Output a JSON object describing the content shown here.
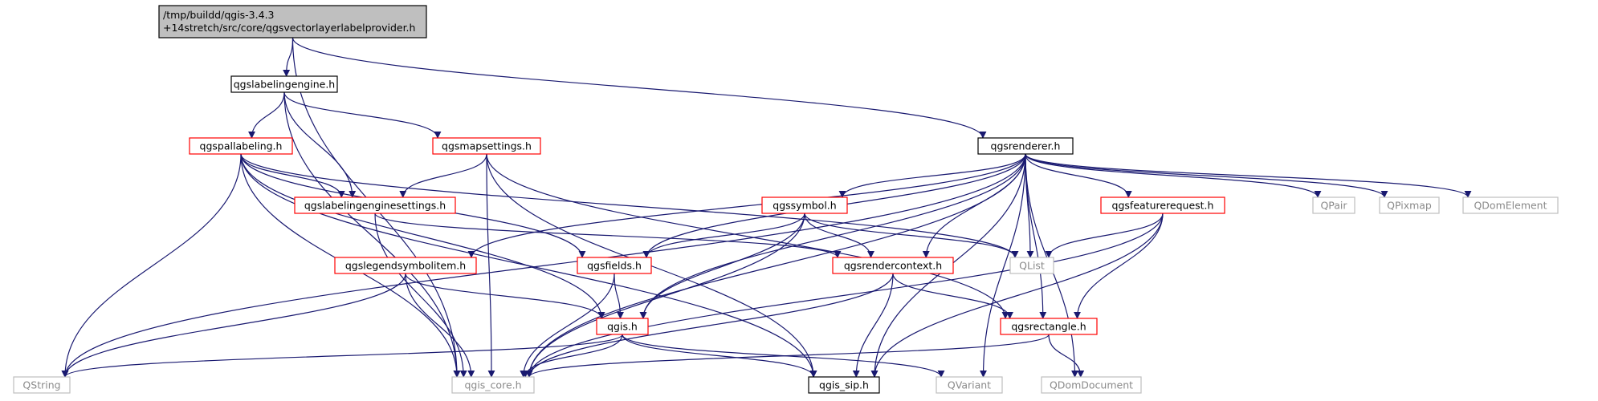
{
  "colors": {
    "edge": "#191970",
    "root_fill": "#bfbfbf",
    "border_black": "#000000",
    "border_red": "#ff0000",
    "border_grey": "#bfbfbf",
    "grey_text": "#8a8a8a"
  },
  "nodes": [
    {
      "id": "root",
      "lines": [
        "/tmp/buildd/qgis-3.4.3",
        "+14stretch/src/core/qgsvectorlayerlabelprovider.h"
      ],
      "style": "root"
    },
    {
      "id": "labelingengine",
      "lines": [
        "qgslabelingengine.h"
      ],
      "style": "black"
    },
    {
      "id": "renderer",
      "lines": [
        "qgsrenderer.h"
      ],
      "style": "black"
    },
    {
      "id": "pallabeling",
      "lines": [
        "qgspallabeling.h"
      ],
      "style": "red"
    },
    {
      "id": "mapsettings",
      "lines": [
        "qgsmapsettings.h"
      ],
      "style": "red"
    },
    {
      "id": "engsettings",
      "lines": [
        "qgslabelingenginesettings.h"
      ],
      "style": "red"
    },
    {
      "id": "symbol",
      "lines": [
        "qgssymbol.h"
      ],
      "style": "red"
    },
    {
      "id": "featurerequest",
      "lines": [
        "qgsfeaturerequest.h"
      ],
      "style": "red"
    },
    {
      "id": "qpair",
      "lines": [
        "QPair"
      ],
      "style": "grey"
    },
    {
      "id": "qpixmap",
      "lines": [
        "QPixmap"
      ],
      "style": "grey"
    },
    {
      "id": "qdomelement",
      "lines": [
        "QDomElement"
      ],
      "style": "grey"
    },
    {
      "id": "legendsymbolitem",
      "lines": [
        "qgslegendsymbolitem.h"
      ],
      "style": "red"
    },
    {
      "id": "fields",
      "lines": [
        "qgsfields.h"
      ],
      "style": "red"
    },
    {
      "id": "rendercontext",
      "lines": [
        "qgsrendercontext.h"
      ],
      "style": "red"
    },
    {
      "id": "qlist",
      "lines": [
        "QList"
      ],
      "style": "grey"
    },
    {
      "id": "qgis",
      "lines": [
        "qgis.h"
      ],
      "style": "red"
    },
    {
      "id": "rectangle",
      "lines": [
        "qgsrectangle.h"
      ],
      "style": "red"
    },
    {
      "id": "qstring",
      "lines": [
        "QString"
      ],
      "style": "grey"
    },
    {
      "id": "core",
      "lines": [
        "qgis_core.h"
      ],
      "style": "grey"
    },
    {
      "id": "sip",
      "lines": [
        "qgis_sip.h"
      ],
      "style": "black"
    },
    {
      "id": "qvariant",
      "lines": [
        "QVariant"
      ],
      "style": "grey"
    },
    {
      "id": "qdomdocument",
      "lines": [
        "QDomDocument"
      ],
      "style": "grey"
    }
  ],
  "edges": [
    [
      "root",
      "labelingengine"
    ],
    [
      "root",
      "renderer"
    ],
    [
      "root",
      "core"
    ],
    [
      "labelingengine",
      "pallabeling"
    ],
    [
      "labelingengine",
      "mapsettings"
    ],
    [
      "labelingengine",
      "engsettings"
    ],
    [
      "labelingengine",
      "core"
    ],
    [
      "pallabeling",
      "engsettings"
    ],
    [
      "pallabeling",
      "fields"
    ],
    [
      "pallabeling",
      "qgis"
    ],
    [
      "pallabeling",
      "qstring"
    ],
    [
      "pallabeling",
      "core"
    ],
    [
      "pallabeling",
      "sip"
    ],
    [
      "pallabeling",
      "qlist"
    ],
    [
      "mapsettings",
      "engsettings"
    ],
    [
      "mapsettings",
      "rectangle"
    ],
    [
      "mapsettings",
      "core"
    ],
    [
      "mapsettings",
      "sip"
    ],
    [
      "engsettings",
      "rendercontext"
    ],
    [
      "engsettings",
      "core"
    ],
    [
      "renderer",
      "symbol"
    ],
    [
      "renderer",
      "featurerequest"
    ],
    [
      "renderer",
      "qpair"
    ],
    [
      "renderer",
      "qpixmap"
    ],
    [
      "renderer",
      "qdomelement"
    ],
    [
      "renderer",
      "legendsymbolitem"
    ],
    [
      "renderer",
      "fields"
    ],
    [
      "renderer",
      "rendercontext"
    ],
    [
      "renderer",
      "qlist"
    ],
    [
      "renderer",
      "qgis"
    ],
    [
      "renderer",
      "rectangle"
    ],
    [
      "renderer",
      "qstring"
    ],
    [
      "renderer",
      "core"
    ],
    [
      "renderer",
      "sip"
    ],
    [
      "renderer",
      "qvariant"
    ],
    [
      "renderer",
      "qdomdocument"
    ],
    [
      "symbol",
      "fields"
    ],
    [
      "symbol",
      "rendercontext"
    ],
    [
      "symbol",
      "qlist"
    ],
    [
      "symbol",
      "qgis"
    ],
    [
      "symbol",
      "core"
    ],
    [
      "featurerequest",
      "qlist"
    ],
    [
      "featurerequest",
      "rectangle"
    ],
    [
      "featurerequest",
      "core"
    ],
    [
      "featurerequest",
      "sip"
    ],
    [
      "legendsymbolitem",
      "qgis"
    ],
    [
      "legendsymbolitem",
      "qstring"
    ],
    [
      "legendsymbolitem",
      "core"
    ],
    [
      "fields",
      "qgis"
    ],
    [
      "fields",
      "core"
    ],
    [
      "rendercontext",
      "rectangle"
    ],
    [
      "rendercontext",
      "core"
    ],
    [
      "rendercontext",
      "sip"
    ],
    [
      "qgis",
      "qstring"
    ],
    [
      "qgis",
      "core"
    ],
    [
      "qgis",
      "sip"
    ],
    [
      "qgis",
      "qvariant"
    ],
    [
      "rectangle",
      "core"
    ],
    [
      "rectangle",
      "qdomdocument"
    ]
  ]
}
